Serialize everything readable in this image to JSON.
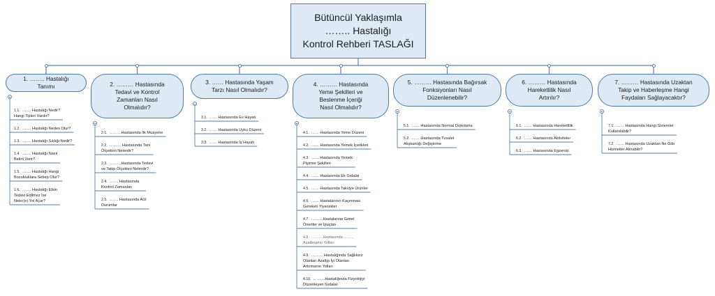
{
  "root": {
    "lines": [
      "Bütüncül Yaklaşımla",
      "……..   Hastalığı",
      "Kontrol Rehberi TASLAĞI"
    ]
  },
  "branches": [
    {
      "lines": [
        "1.  …….. Hastalığı Tanımı"
      ],
      "items": [
        {
          "num": "1.1.",
          "lines": [
            "……. Hastalığı Nedir?",
            "Hangi Tipleri Vardır?"
          ]
        },
        {
          "num": "1.2.",
          "lines": [
            "……. Hastalığı Neden Olur?"
          ]
        },
        {
          "num": "1.3.",
          "lines": [
            "……. Hastalığı Sıklığı Nedir?"
          ]
        },
        {
          "num": "1.4.",
          "lines": [
            "……. Hastalığı Nasıl",
            "Belirti Verir?"
          ]
        },
        {
          "num": "1.5.",
          "lines": [
            "……. Hastalığı Hangi",
            "Bozukluklara Sebep Olur?"
          ]
        },
        {
          "num": "1.6.",
          "lines": [
            "……. Hastalığı Etkin",
            "Tedavi Edilmez İse",
            "Neler(e) Yol Açar?"
          ]
        }
      ]
    },
    {
      "lines": [
        "2.  ……… Hastasında",
        "Tedavi ve Kontrol",
        "Zamanları Nasıl",
        "Olmalıdır?"
      ],
      "items": [
        {
          "num": "2.1.",
          "lines": [
            "………Hastasında İlk Muayene"
          ]
        },
        {
          "num": "2.2.",
          "lines": [
            "……… Hastasında  Tanı",
            "Ölçekleri Nelerdir?"
          ]
        },
        {
          "num": "2.3.",
          "lines": [
            "………Hastasında  Tedavi",
            "ve Takip Ölçekleri Nelerdir?"
          ]
        },
        {
          "num": "2.4.",
          "lines": [
            "…….  Hastasında",
            "Kontrol Zamanları"
          ]
        },
        {
          "num": "2.5.",
          "lines": [
            "…….  Hastasında  Acil",
            "Durumlar"
          ]
        }
      ]
    },
    {
      "lines": [
        "3.  ……  Hastasında Yaşam",
        "Tarzı Nasıl Olmalıdır?"
      ],
      "items": [
        {
          "num": "3.1.",
          "lines": [
            "……  Hastasında Ev Hayatı"
          ]
        },
        {
          "num": "3.2.",
          "lines": [
            "……  Hastasında Uyku Düzeni"
          ]
        },
        {
          "num": "3.3.",
          "lines": [
            "……  Hastasında İş Hayatı"
          ]
        }
      ]
    },
    {
      "lines": [
        "4.  ………  Hastasında",
        "Yeme Şekilleri ve",
        "Beslenme İçeriği",
        "Nasıl Olmalıdır?"
      ],
      "items": [
        {
          "num": "4.1.",
          "lines": [
            "……  Hastasında Yeme Düzeni"
          ]
        },
        {
          "num": "4.2.",
          "lines": [
            "……  Hastasında Yemek İçerikleri"
          ]
        },
        {
          "num": "4.3.",
          "lines": [
            "……  Hastasında Yemek",
            "Pişirme Şekilleri"
          ]
        },
        {
          "num": "4.4.",
          "lines": [
            "……  Hastasında Ek Gıdalar"
          ]
        },
        {
          "num": "4.5.",
          "lines": [
            "……  Hastasında Takviye Ürünler"
          ]
        },
        {
          "num": "4.6.",
          "lines": [
            "……  Hastalarının Kaçınması",
            "Gereken Yiyecekler"
          ]
        },
        {
          "num": "4.7.",
          "lines": [
            "………Hastalarına Genel",
            "Öneriler ve İpuçları"
          ]
        },
        {
          "num": "4.8.",
          "lines": [
            "………Hastasında ……..",
            "Azaltmanın Yolları"
          ]
        },
        {
          "num": "4.9.",
          "lines": [
            "……… Hastalığında  Sağlıksız",
            "Olanları Azaltıp İyi Olanları",
            "Artırmanın Yolları"
          ]
        },
        {
          "num": "4.10.",
          "lines": [
            "………Hastalığında Fizyolojiyi",
            "Düzenleyen Gıdalar"
          ]
        }
      ]
    },
    {
      "lines": [
        "5.  ………  Hastasında Bağırsak",
        "Fonksiyonları Nasıl",
        "Düzenlenebilir?"
      ],
      "items": [
        {
          "num": "5.1.",
          "lines": [
            "……  Hastasında Normal Dışkılama"
          ]
        },
        {
          "num": "5.2.",
          "lines": [
            "……  Hastasında Tuvalet",
            "Alışkanlığı Değiştirme"
          ]
        }
      ]
    },
    {
      "lines": [
        "6.  ………  Hastasında",
        "Hareketlilik Nasıl",
        "Artırılır?"
      ],
      "items": [
        {
          "num": "6.1.",
          "lines": [
            "……  Hastasında Hareketlilik"
          ]
        },
        {
          "num": "6.2.",
          "lines": [
            "……  Hastasında Aktiviteler"
          ]
        },
        {
          "num": "6.3.",
          "lines": [
            "……  Hastasında Egzersiz"
          ]
        }
      ]
    },
    {
      "lines": [
        "7.  ………  Hastasında Uzaktan",
        "Takip ve Haberleşme Hangi",
        "Faydaları Sağlayacaktır?"
      ],
      "items": [
        {
          "num": "7.1.",
          "lines": [
            "……  Hastasında Hangi Sistemler",
            "Kullanılabilir?"
          ]
        },
        {
          "num": "7.2.",
          "lines": [
            "……  Hastasında Uzaktan Ne Gibi",
            "Hizmetler Alınabilir?"
          ]
        }
      ]
    }
  ]
}
